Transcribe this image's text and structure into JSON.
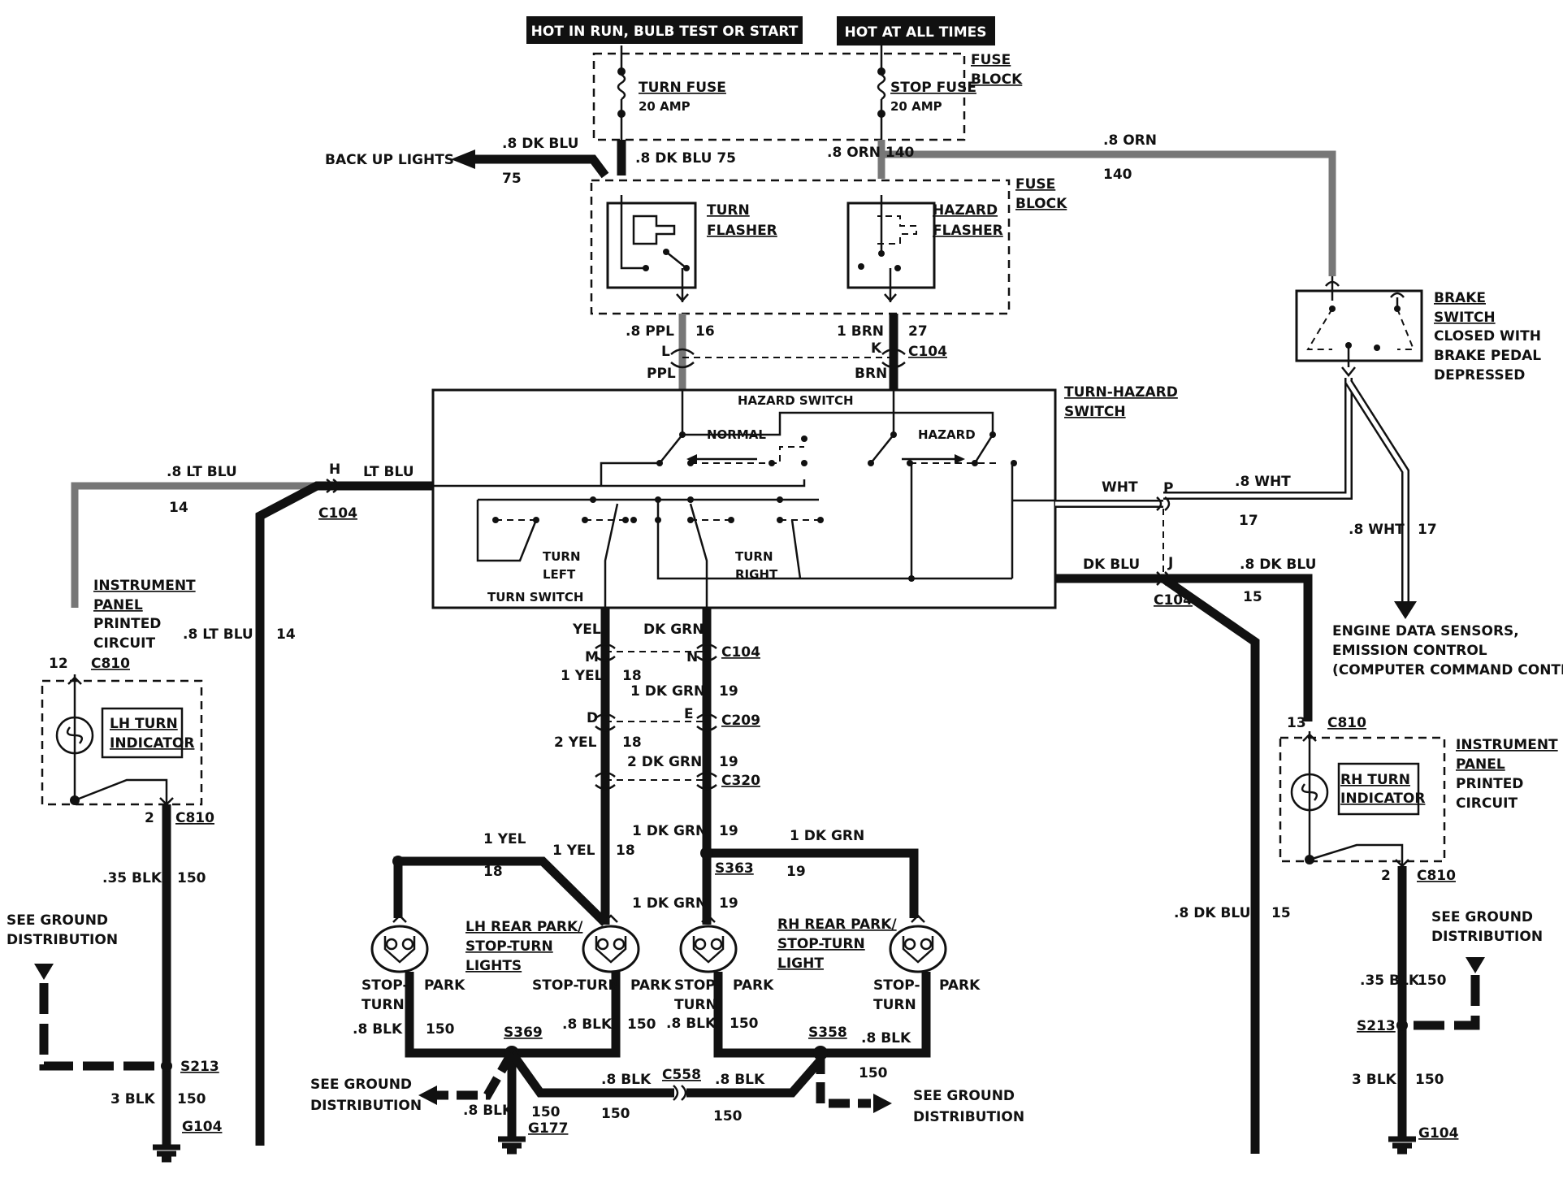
{
  "header": {
    "hot_run": "HOT IN RUN, BULB TEST OR START",
    "hot_all": "HOT AT ALL TIMES"
  },
  "fuse_block": {
    "label1": "FUSE",
    "label2": "BLOCK",
    "turn_fuse": "TURN FUSE",
    "turn_amp": "20 AMP",
    "stop_fuse": "STOP FUSE",
    "stop_amp": "20 AMP"
  },
  "top_wires": {
    "dk_blu": ".8 DK BLU",
    "backup": "BACK UP LIGHTS",
    "n75": "75",
    "dk_blu_75": ".8 DK BLU 75",
    "orn_140": ".8 ORN 140",
    "orn": ".8 ORN",
    "n140": "140"
  },
  "flashers": {
    "turn1": "TURN",
    "turn2": "FLASHER",
    "hazard1": "HAZARD",
    "hazard2": "FLASHER",
    "fuse1": "FUSE",
    "fuse2": "BLOCK"
  },
  "flasher_out": {
    "ppl": ".8 PPL",
    "n16": "16",
    "brn": "1 BRN",
    "n27": "27",
    "L": "L",
    "K": "K",
    "c104": "C104",
    "ppl2": "PPL",
    "brn2": "BRN"
  },
  "brake": {
    "l1": "BRAKE",
    "l2": "SWITCH",
    "l3": "CLOSED WITH",
    "l4": "BRAKE PEDAL",
    "l5": "DEPRESSED"
  },
  "switch_box": {
    "title1": "TURN-HAZARD",
    "title2": "SWITCH",
    "hazard_switch": "HAZARD SWITCH",
    "normal": "NORMAL",
    "hazard": "HAZARD",
    "turn_left1": "TURN",
    "turn_left2": "LEFT",
    "turn_right1": "TURN",
    "turn_right2": "RIGHT",
    "turn_switch": "TURN SWITCH"
  },
  "left_side": {
    "lt_blu": ".8 LT BLU",
    "H": "H",
    "lt_blu2": "LT BLU",
    "n14": "14",
    "c104": "C104",
    "lt_blu3": ".8 LT BLU",
    "n14b": "14",
    "ip1": "INSTRUMENT",
    "ip2": "PANEL",
    "ip3": "PRINTED",
    "ip4": "CIRCUIT",
    "n12": "12",
    "c810": "C810",
    "lh1": "LH TURN",
    "lh2": "INDICATOR",
    "n2": "2",
    "c810b": "C810",
    "blk35": ".35 BLK",
    "n150": "150",
    "gnd1": "SEE GROUND",
    "gnd2": "DISTRIBUTION",
    "s213": "S213",
    "blk3": "3 BLK",
    "n150b": "150",
    "g104": "G104"
  },
  "right_side": {
    "wht": "WHT",
    "P": "P",
    "wht8": ".8 WHT",
    "n17": "17",
    "wht8b": ".8 WHT",
    "n17b": "17",
    "dk_blu": "DK BLU",
    "J": "J",
    "dk_blu8": ".8 DK BLU",
    "n15": "15",
    "c104": "C104",
    "eng1": "ENGINE DATA SENSORS,",
    "eng2": "EMISSION CONTROL",
    "eng3": "(COMPUTER COMMAND CONTROL)",
    "n13": "13",
    "c810": "C810",
    "ip1": "INSTRUMENT",
    "ip2": "PANEL",
    "ip3": "PRINTED",
    "ip4": "CIRCUIT",
    "rh1": "RH TURN",
    "rh2": "INDICATOR",
    "n2": "2",
    "c810b": "C810",
    "dk_blu8b": ".8 DK BLU",
    "n15b": "15",
    "gnd1": "SEE GROUND",
    "gnd2": "DISTRIBUTION",
    "blk35": ".35 BLK",
    "n150": "150",
    "s213": "S213",
    "blk3": "3 BLK",
    "n150b": "150",
    "g104": "G104"
  },
  "center": {
    "yel": "YEL",
    "dk_grn": "DK GRN",
    "M": "M",
    "N": "N",
    "c104": "C104",
    "yel1": "1 YEL",
    "n18": "18",
    "dkgrn1": "1 DK GRN",
    "n19": "19",
    "D": "D",
    "E": "E",
    "c209": "C209",
    "yel2": "2 YEL",
    "n18b": "18",
    "dkgrn2": "2 DK GRN",
    "n19b": "19",
    "c320": "C320",
    "dkgrn1b": "1 DK GRN",
    "n19c": "19",
    "dkgrn1c": "1 DK GRN",
    "yel1b": "1 YEL",
    "yel1c": "1 YEL",
    "n18c": "18",
    "n18d": "18",
    "s363": "S363",
    "n19d": "19",
    "dkgrn1d": "1 DK GRN",
    "n19e": "19"
  },
  "rear_lamps": {
    "lh1": "LH REAR PARK/",
    "lh2": "STOP-TURN",
    "lh3": "LIGHTS",
    "rh1": "RH REAR PARK/",
    "rh2": "STOP-TURN",
    "rh3": "LIGHT",
    "stop": "STOP-",
    "turn": "TURN",
    "park": "PARK",
    "stop_turn": "STOP-TURN",
    "blk8a": ".8 BLK",
    "blk8b": ".8 BLK",
    "blk8c": ".8 BLK",
    "blk8d": ".8 BLK",
    "n150a": "150",
    "n150b": "150",
    "n150c": "150",
    "n150d": "150",
    "s369": "S369",
    "s358": "S358"
  },
  "bottom": {
    "gnd1": "SEE GROUND",
    "gnd2": "DISTRIBUTION",
    "blk8a": ".8 BLK",
    "n150a": "150",
    "g177": "G177",
    "blk8b": ".8 BLK",
    "n150b": "150",
    "c558": "C558",
    "blk8c": ".8 BLK",
    "n150c": "150",
    "n150d": "150",
    "gnd3": "SEE GROUND",
    "gnd4": "DISTRIBUTION"
  }
}
